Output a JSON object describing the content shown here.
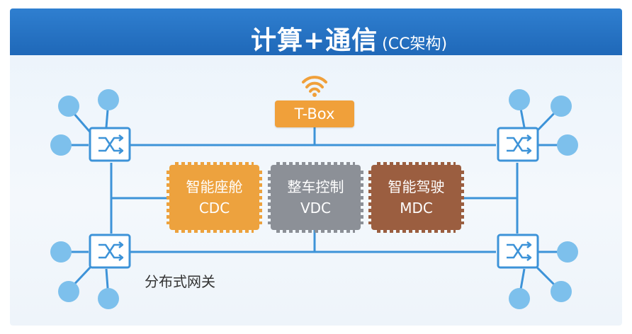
{
  "header": {
    "title_main": "计算+通信",
    "title_sub": "(CC架构)"
  },
  "tbox": {
    "label": "T-Box"
  },
  "domains": [
    {
      "name": "智能座舱",
      "code": "CDC",
      "color": "#eda23e"
    },
    {
      "name": "整车控制",
      "code": "VDC",
      "color": "#8c9097"
    },
    {
      "name": "智能驾驶",
      "code": "MDC",
      "color": "#9b5e40"
    }
  ],
  "gateway_label": "分布式网关",
  "colors": {
    "header": "#1f68b8",
    "line": "#3d93d8",
    "node": "#7dc0ec",
    "tbox": "#f0a03a",
    "wifi": "#f0a03a"
  }
}
